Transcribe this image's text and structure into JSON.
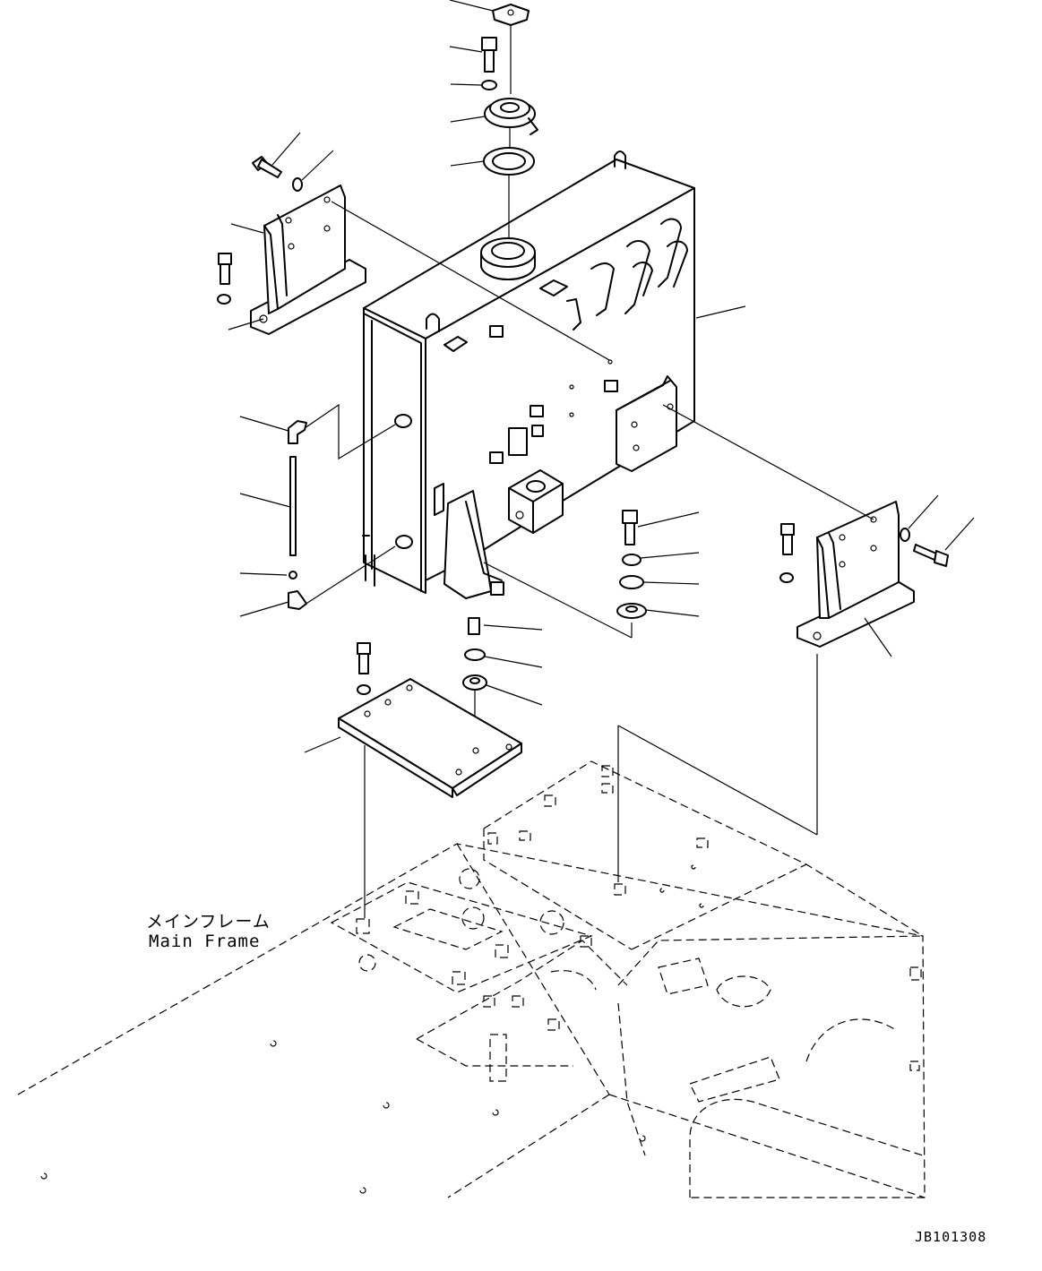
{
  "main_frame_label": {
    "japanese": "メインフレーム",
    "english": "Main Frame"
  },
  "drawing_code": "JB101308"
}
